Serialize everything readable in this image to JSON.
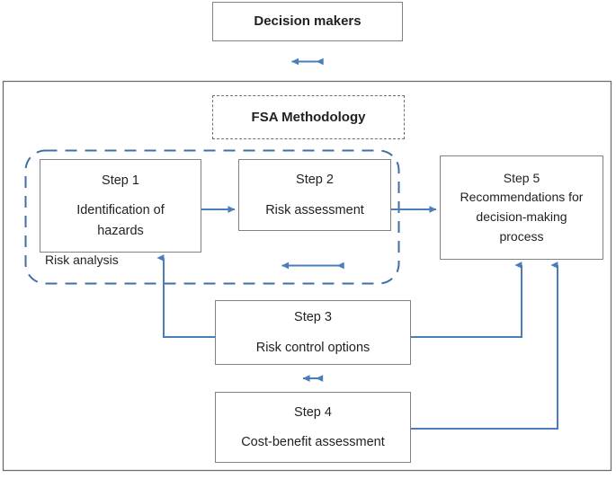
{
  "diagram": {
    "title_box": {
      "label": "Decision makers"
    },
    "methodology_box": {
      "label": "FSA Methodology"
    },
    "group": {
      "label": "Risk analysis"
    },
    "nodes": {
      "step1": {
        "step": "Step 1",
        "line1": "Identification of",
        "line2": "hazards"
      },
      "step2": {
        "step": "Step 2",
        "line1": "Risk assessment"
      },
      "step3": {
        "step": "Step 3",
        "line1": "Risk control options"
      },
      "step4": {
        "step": "Step 4",
        "line1": "Cost-benefit assessment"
      },
      "step5": {
        "step": "Step 5",
        "line1": "Recommendations for",
        "line2": "decision-making",
        "line3": "process"
      }
    },
    "colors": {
      "connector": "#4a7ebb",
      "box_border": "#808285",
      "dashed_gray": "#6d6e71",
      "dashed_blue": "#3f6fa8",
      "text": "#231f20",
      "frame": "#6d6e71"
    }
  }
}
